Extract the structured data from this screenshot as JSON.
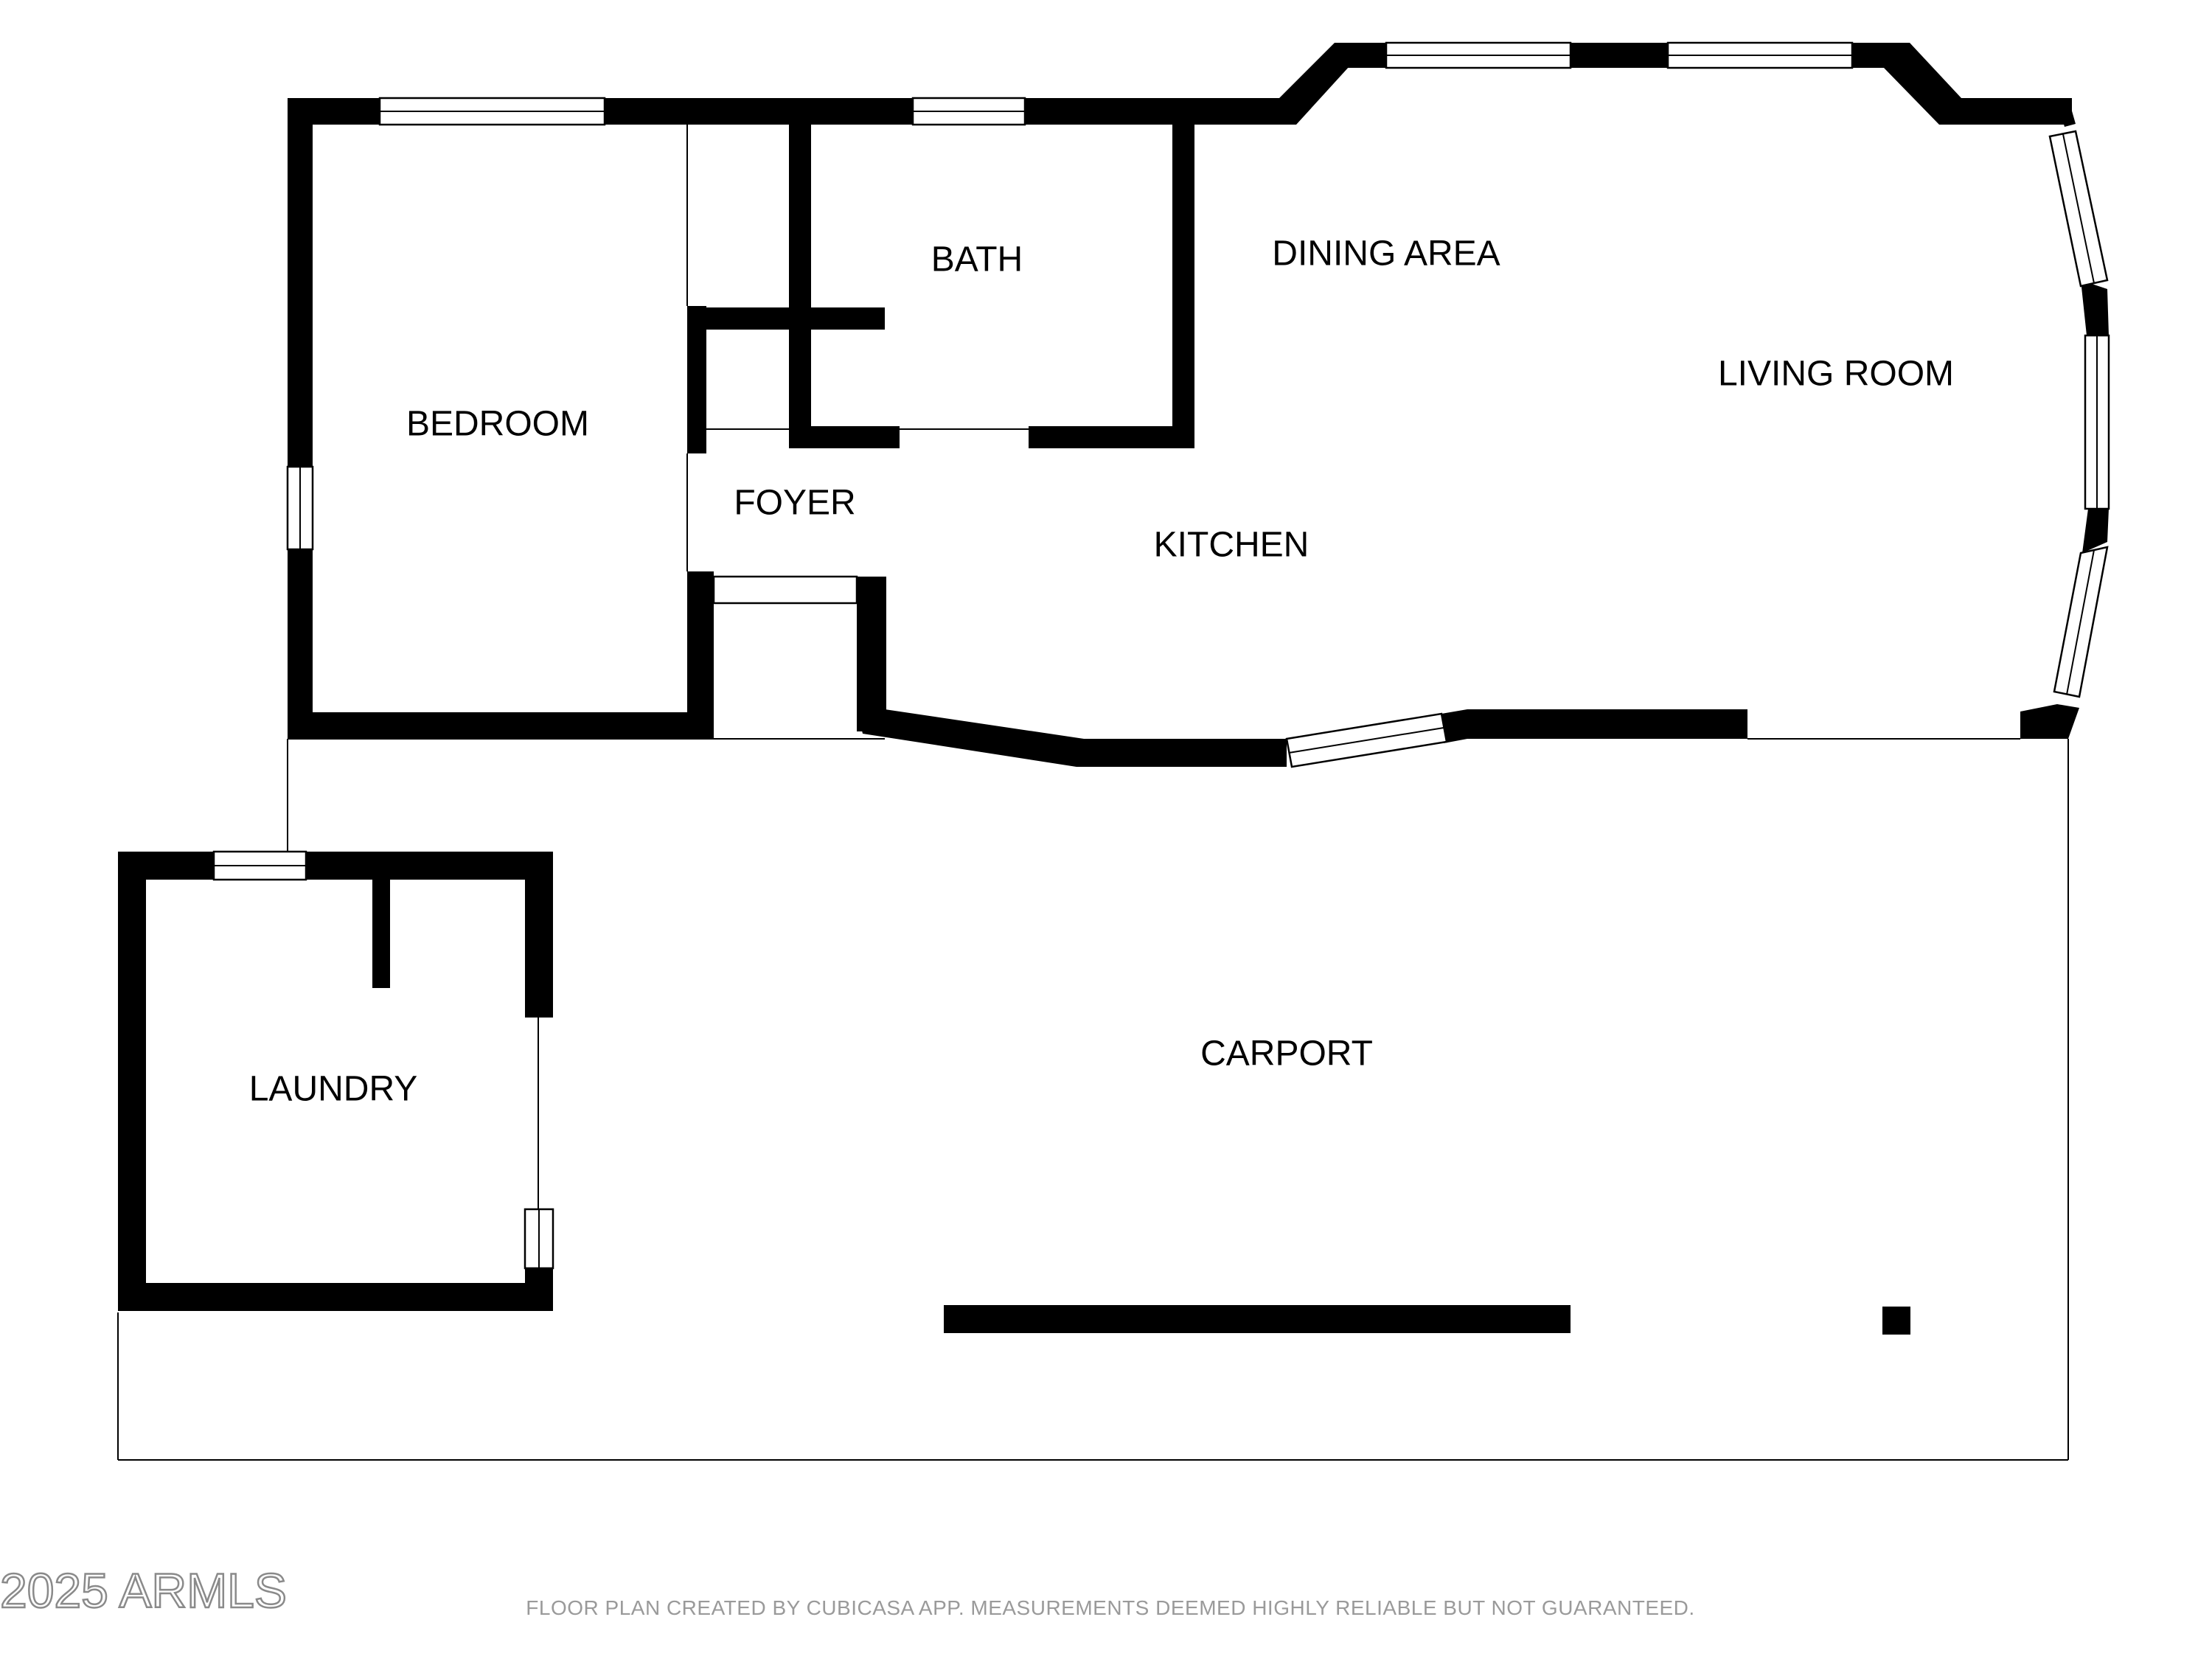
{
  "rooms": {
    "bedroom": "BEDROOM",
    "bath": "BATH",
    "dining_area": "DINING AREA",
    "living_room": "LIVING ROOM",
    "foyer": "FOYER",
    "kitchen": "KITCHEN",
    "laundry": "LAUNDRY",
    "carport": "CARPORT"
  },
  "footer": {
    "disclaimer": "FLOOR PLAN CREATED BY CUBICASA APP. MEASUREMENTS DEEMED HIGHLY RELIABLE BUT NOT GUARANTEED.",
    "watermark": "2025 ARMLS"
  },
  "colors": {
    "wall": "#000000",
    "background": "#ffffff",
    "footer_text": "#9a9a9a"
  }
}
